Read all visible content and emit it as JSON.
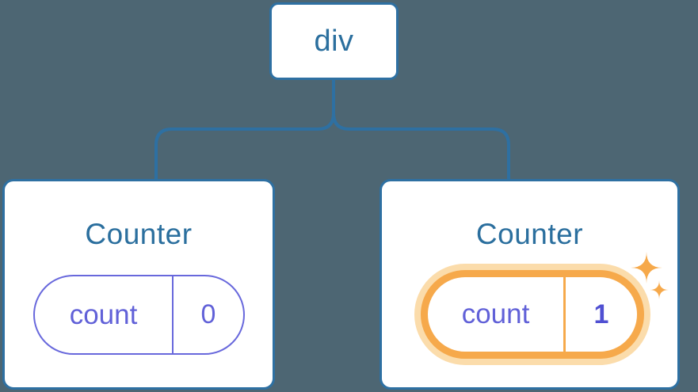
{
  "diagram": {
    "description": "React component tree diagram",
    "colors": {
      "background": "#4d6673",
      "connector_blue": "#2e70a2",
      "node_text_blue": "#2b6f9e",
      "state_purple": "#6161d8",
      "highlight_orange": "#f6a94b",
      "highlight_glow": "#fbdcab",
      "card_background": "#ffffff"
    },
    "root": {
      "label": "div"
    },
    "children": [
      {
        "title": "Counter",
        "state": {
          "key": "count",
          "value": "0"
        },
        "highlighted": false
      },
      {
        "title": "Counter",
        "state": {
          "key": "count",
          "value": "1"
        },
        "highlighted": true
      }
    ]
  }
}
